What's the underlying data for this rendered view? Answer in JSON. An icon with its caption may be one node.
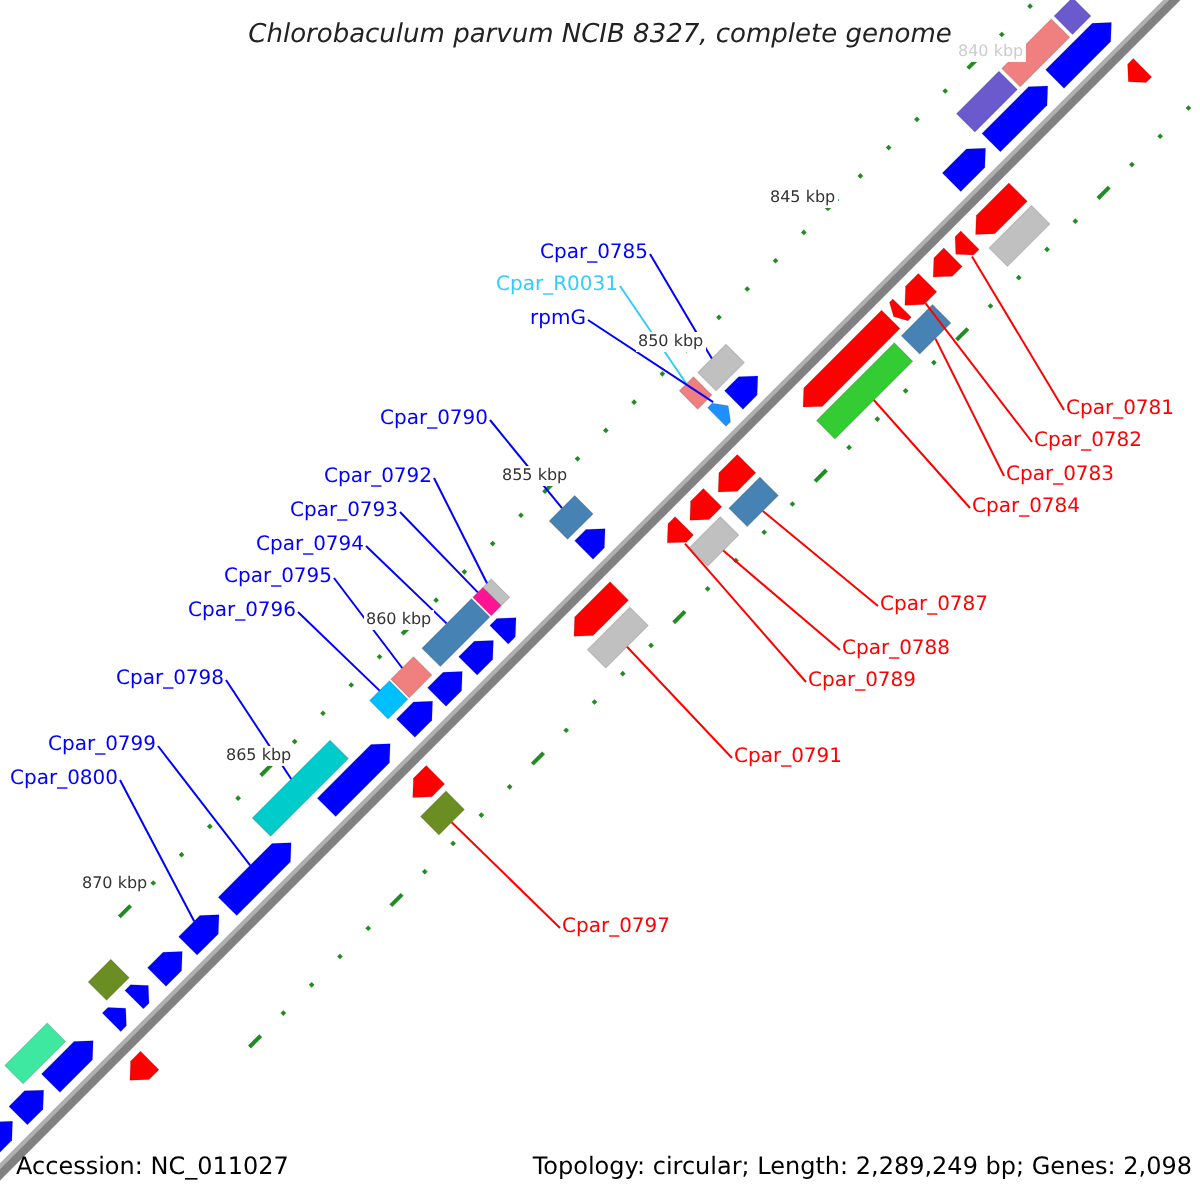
{
  "diagram": {
    "title": "Chlorobaculum parvum NCIB 8327, complete genome",
    "nodes": [
      {
        "text": [
          "Cpar_0785"
        ]
      },
      {
        "text": [
          "Cpar_R0031"
        ]
      },
      {
        "text": [
          "rpmG"
        ]
      },
      {
        "text": [
          "Cpar_0781"
        ]
      },
      {
        "text": [
          "Cpar_0790"
        ]
      },
      {
        "text": [
          "Cpar_0782"
        ]
      },
      {
        "text": [
          "Cpar_0783"
        ]
      },
      {
        "text": [
          "Cpar_0792"
        ]
      },
      {
        "text": [
          "Cpar_0784"
        ]
      },
      {
        "text": [
          "Cpar_0793"
        ]
      },
      {
        "text": [
          "Cpar_0794"
        ]
      },
      {
        "text": [
          "Cpar_0795"
        ]
      },
      {
        "text": [
          "Cpar_0787"
        ]
      },
      {
        "text": [
          "Cpar_0796"
        ]
      },
      {
        "text": [
          "Cpar_0788"
        ]
      },
      {
        "text": [
          "Cpar_0798"
        ]
      },
      {
        "text": [
          "Cpar_0789"
        ]
      },
      {
        "text": [
          "Cpar_0799"
        ]
      },
      {
        "text": [
          "Cpar_0791"
        ]
      },
      {
        "text": [
          "Cpar_0800"
        ]
      },
      {
        "text": [
          "Cpar_0797"
        ]
      },
      {
        "text": [],
        "shape": "bar"
      },
      {
        "text": [],
        "shape": "bar"
      },
      {
        "text": [],
        "shape": "bar"
      },
      {
        "text": [],
        "shape": "bar"
      },
      {
        "text": [],
        "shape": "bar"
      },
      {
        "text": [],
        "shape": "bar"
      },
      {
        "text": [],
        "shape": "bar"
      },
      {
        "text": [],
        "shape": "bar"
      },
      {
        "text": [],
        "shape": "bar"
      },
      {
        "text": [],
        "shape": "bar"
      },
      {
        "text": [],
        "shape": "bar"
      },
      {
        "text": [],
        "shape": "bar"
      },
      {
        "text": [],
        "shape": "bar"
      },
      {
        "text": [],
        "shape": "bar"
      },
      {
        "text": [],
        "shape": "bar"
      },
      {
        "text": [],
        "shape": "bar"
      },
      {
        "text": [],
        "shape": "bar"
      },
      {
        "text": [],
        "shape": "bar"
      },
      {
        "text": [],
        "shape": "bar"
      },
      {
        "text": [],
        "shape": "bar"
      },
      {
        "text": [],
        "shape": "bar"
      },
      {
        "text": [],
        "shape": "bar"
      },
      {
        "text": [],
        "shape": "bar"
      },
      {
        "text": [],
        "shape": "bar"
      },
      {
        "text": [],
        "shape": "bar"
      },
      {
        "text": [],
        "shape": "bar"
      },
      {
        "text": [],
        "shape": "bar"
      },
      {
        "text": [],
        "shape": "bar"
      },
      {
        "text": [],
        "shape": "bar"
      },
      {
        "text": [],
        "shape": "bar"
      },
      {
        "text": [],
        "shape": "bar"
      },
      {
        "text": [],
        "shape": "bar"
      },
      {
        "text": [],
        "shape": "bar"
      },
      {
        "text": [],
        "shape": "bar"
      },
      {
        "text": [],
        "shape": "bar"
      },
      {
        "text": [],
        "shape": "bar"
      },
      {
        "text": [],
        "shape": "bar"
      },
      {
        "text": [],
        "shape": "bar"
      },
      {
        "text": [],
        "shape": "bar"
      },
      {
        "text": [],
        "shape": "bar"
      },
      {
        "text": [],
        "shape": "bar"
      },
      {
        "text": [],
        "shape": "bar"
      },
      {
        "text": [],
        "shape": "bar"
      },
      {
        "text": [],
        "shape": "bar"
      },
      {
        "text": [],
        "shape": "bar"
      },
      {
        "text": [],
        "shape": "bar"
      },
      {
        "text": [],
        "shape": "bar"
      },
      {
        "text": [],
        "shape": "bar"
      },
      {
        "text": [],
        "shape": "bar"
      },
      {
        "text": [],
        "shape": "bar"
      },
      {
        "text": [],
        "shape": "bar"
      },
      {
        "text": [],
        "shape": "bar"
      },
      {
        "text": [],
        "shape": "bar"
      }
    ],
    "edges": [
      {
        "from": 0,
        "to": 24,
        "arrow": "none"
      },
      {
        "from": 1,
        "to": 26,
        "arrow": "none",
        "color": "#33ccff"
      },
      {
        "from": 2,
        "to": 27,
        "arrow": "none"
      },
      {
        "from": 3,
        "to": 21,
        "arrow": "none",
        "color": "#ff0000"
      },
      {
        "from": 4,
        "to": 29,
        "arrow": "none"
      },
      {
        "from": 5,
        "to": 22,
        "arrow": "none",
        "color": "#ff0000"
      },
      {
        "from": 6,
        "to": 23,
        "arrow": "none",
        "color": "#ff0000"
      },
      {
        "from": 7,
        "to": 32,
        "arrow": "none"
      },
      {
        "from": 8,
        "to": 25,
        "arrow": "none",
        "color": "#ff0000"
      },
      {
        "from": 9,
        "to": 33,
        "arrow": "none"
      },
      {
        "from": 10,
        "to": 34,
        "arrow": "none"
      },
      {
        "from": 11,
        "to": 36,
        "arrow": "none"
      },
      {
        "from": 12,
        "to": 28,
        "arrow": "none",
        "color": "#ff0000"
      },
      {
        "from": 13,
        "to": 37,
        "arrow": "none"
      },
      {
        "from": 14,
        "to": 31,
        "arrow": "none",
        "color": "#ff0000"
      },
      {
        "from": 15,
        "to": 38,
        "arrow": "none"
      },
      {
        "from": 16,
        "to": 30,
        "arrow": "none",
        "color": "#ff0000"
      },
      {
        "from": 17,
        "to": 40,
        "arrow": "none"
      },
      {
        "from": 18,
        "to": 35,
        "arrow": "none",
        "color": "#ff0000"
      },
      {
        "from": 19,
        "to": 41,
        "arrow": "none"
      },
      {
        "from": 20,
        "to": 39,
        "arrow": "none",
        "color": "#ff0000"
      }
    ],
    "labels": [
      "840 kbp",
      "845 kbp",
      "850 kbp",
      "855 kbp",
      "860 kbp",
      "865 kbp",
      "870 kbp",
      "Accession: NC_011027",
      "Topology: circular; Length: 2,289,249 bp; Genes: 2,098"
    ]
  }
}
